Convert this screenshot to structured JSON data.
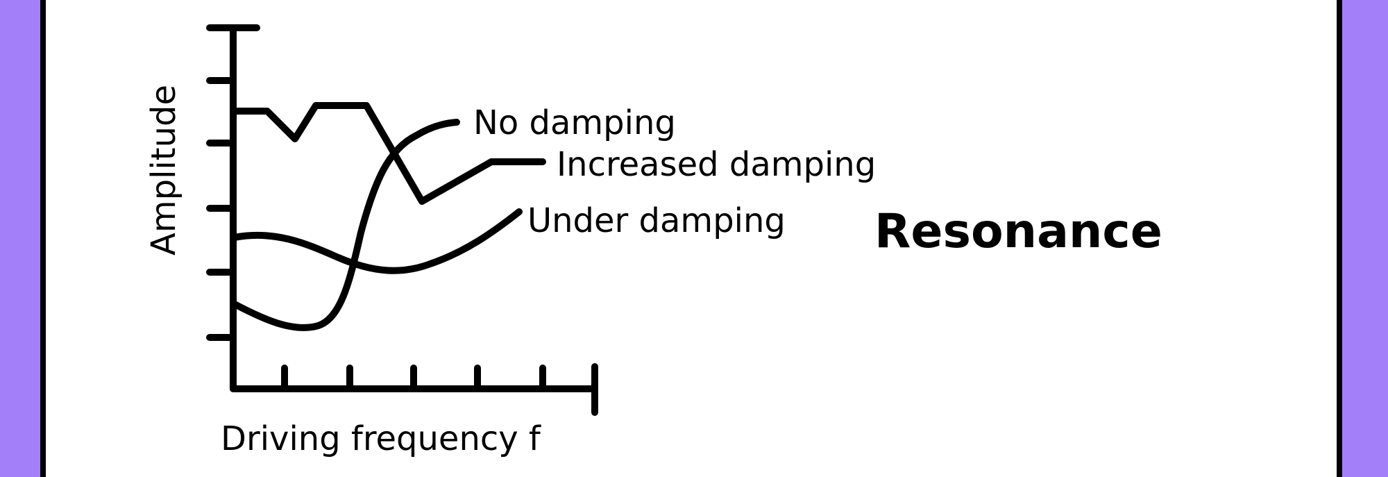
{
  "colors": {
    "background": "#a47ffa",
    "panel": "#ffffff",
    "ink": "#000000"
  },
  "diagram": {
    "title": "Resonance",
    "y_axis_label": "Amplitude",
    "x_axis_label": "Driving frequency f",
    "curves": [
      {
        "label": "No damping"
      },
      {
        "label": "Increased damping"
      },
      {
        "label": "Under damping"
      }
    ]
  }
}
